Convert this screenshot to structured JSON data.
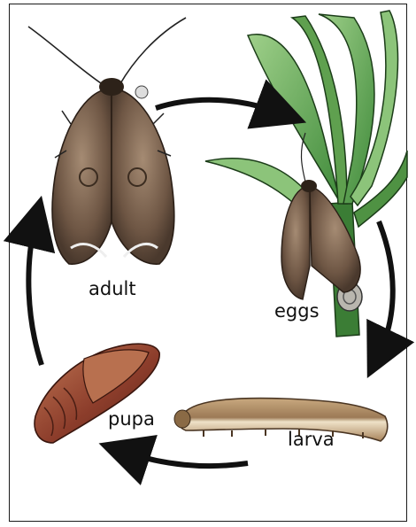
{
  "diagram": {
    "stages": {
      "adult": "adult",
      "eggs": "eggs",
      "larva": "larva",
      "pupa": "pupa"
    }
  },
  "colors": {
    "arrow": "#111111",
    "leaf_green": "#3f8a3a",
    "leaf_light": "#8cc47a",
    "moth_brown": "#7a5f4a",
    "larva_tan": "#b8956a",
    "pupa_red": "#8a3b2a"
  }
}
